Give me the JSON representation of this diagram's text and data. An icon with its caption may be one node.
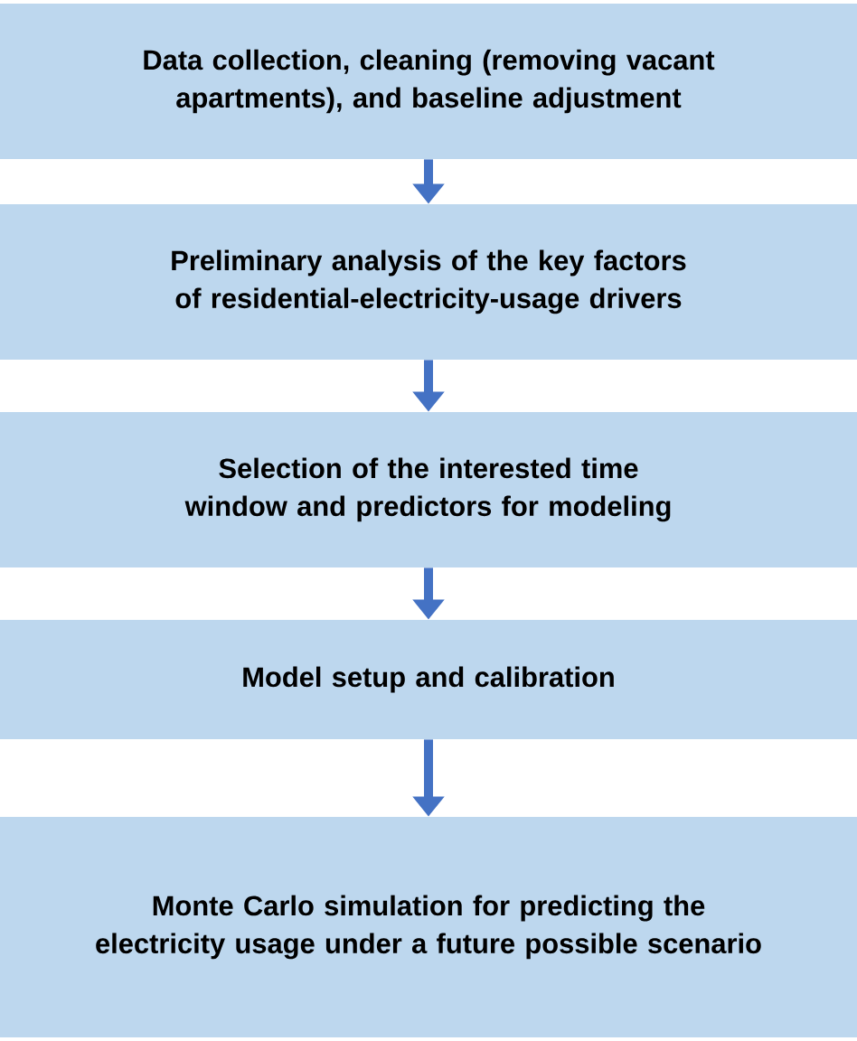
{
  "diagram": {
    "nodes": [
      {
        "text": [
          "Data collection, cleaning (removing vacant apartments), and baseline adjustment"
        ]
      },
      {
        "text": [
          "Preliminary analysis of the key factors of residential-electricity-usage drivers"
        ]
      },
      {
        "text": [
          "Selection of the interested time window and predictors for modeling"
        ]
      },
      {
        "text": [
          "Model setup and calibration"
        ]
      },
      {
        "text": [
          "Monte Carlo simulation for predicting the electricity usage under a future possible scenario"
        ]
      }
    ],
    "edges": [
      {
        "from": 0,
        "to": 1,
        "arrow": "to"
      },
      {
        "from": 1,
        "to": 2,
        "arrow": "to"
      },
      {
        "from": 2,
        "to": 3,
        "arrow": "to"
      },
      {
        "from": 3,
        "to": 4,
        "arrow": "to"
      }
    ]
  }
}
